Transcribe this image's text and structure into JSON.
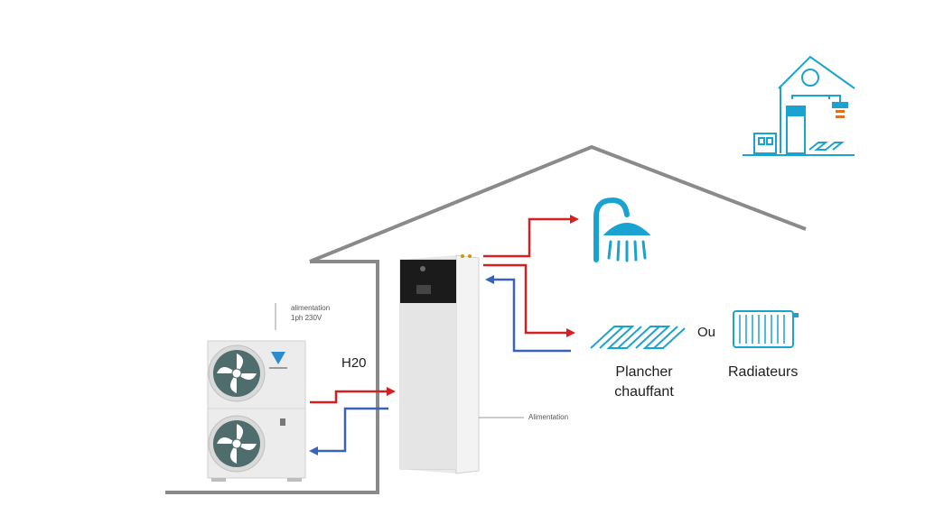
{
  "labels": {
    "power_outdoor_line1": "alimentation",
    "power_outdoor_line2": "1ph 230V",
    "water": "H20",
    "power_indoor": "Alimentation",
    "floor_heating_line1": "Plancher",
    "floor_heating_line2": "chauffant",
    "or": "Ou",
    "radiators": "Radiateurs"
  },
  "icons": {
    "shower": "shower-icon",
    "floor_heating": "floor-heating-icon",
    "radiator": "radiator-icon",
    "house_logo": "house-system-logo-icon",
    "outdoor_unit": "outdoor-heat-pump-unit",
    "indoor_unit": "indoor-hydro-tank-unit"
  },
  "colors": {
    "hot_pipe": "#d42020",
    "cold_pipe": "#3a63b8",
    "accent_icon": "#1aa3d1",
    "house_outline": "#8a8a8a"
  }
}
